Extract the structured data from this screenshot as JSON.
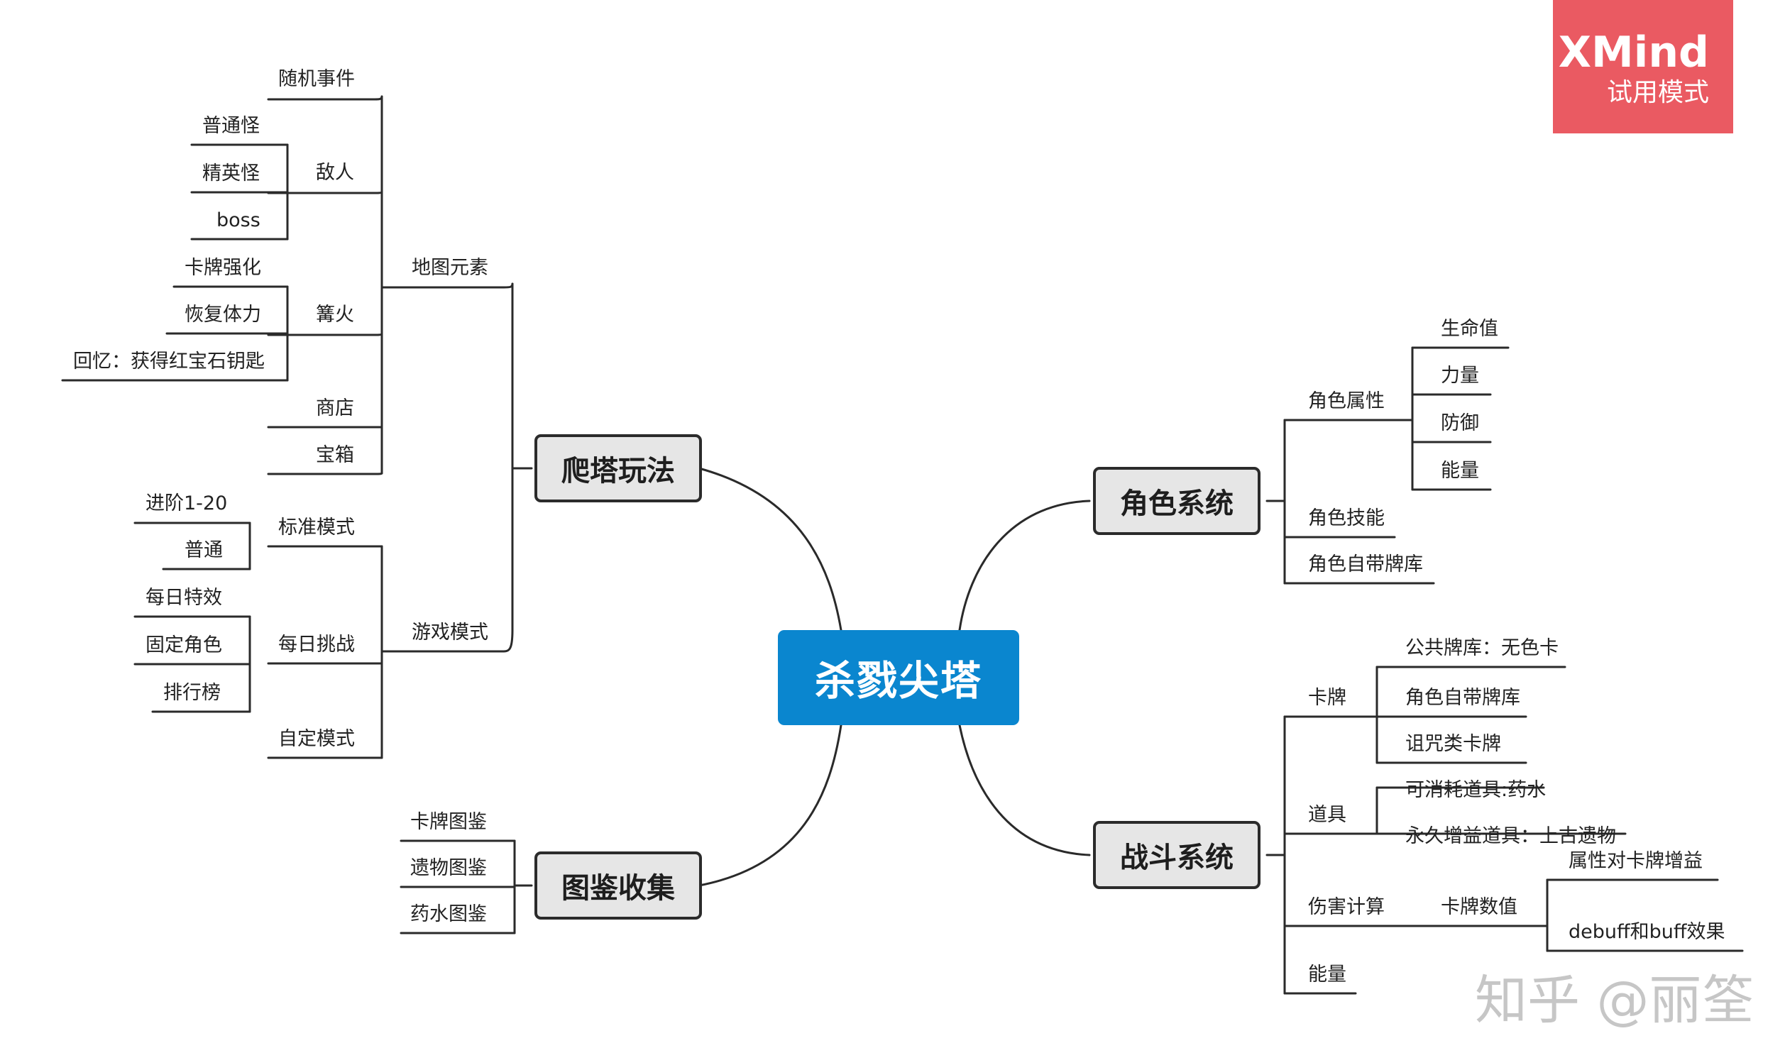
{
  "root": {
    "label": "杀戮尖塔"
  },
  "watermark": {
    "brand": "XMind",
    "mode": "试用模式"
  },
  "credit": "知乎 @丽筌",
  "branches": {
    "climb": {
      "label": "爬塔玩法",
      "map_elements": {
        "label": "地图元素",
        "random_event": "随机事件",
        "enemies": {
          "label": "敌人",
          "normal": "普通怪",
          "elite": "精英怪",
          "boss": "boss"
        },
        "campfire": {
          "label": "篝火",
          "upgrade": "卡牌强化",
          "heal": "恢复体力",
          "recall": "回忆：获得红宝石钥匙"
        },
        "shop": "商店",
        "chest": "宝箱"
      },
      "game_modes": {
        "label": "游戏模式",
        "standard": {
          "label": "标准模式",
          "ascension": "进阶1-20",
          "normal": "普通"
        },
        "daily": {
          "label": "每日挑战",
          "effects": "每日特效",
          "fixed_char": "固定角色",
          "leaderboard": "排行榜"
        },
        "custom": "自定模式"
      }
    },
    "collection": {
      "label": "图鉴收集",
      "cards": "卡牌图鉴",
      "relics": "遗物图鉴",
      "potions": "药水图鉴"
    },
    "character": {
      "label": "角色系统",
      "attributes": {
        "label": "角色属性",
        "hp": "生命值",
        "strength": "力量",
        "defense": "防御",
        "energy": "能量"
      },
      "skills": "角色技能",
      "deck": "角色自带牌库"
    },
    "combat": {
      "label": "战斗系统",
      "cards": {
        "label": "卡牌",
        "public": "公共牌库：无色卡",
        "own": "角色自带牌库",
        "curse": "诅咒类卡牌"
      },
      "items": {
        "label": "道具",
        "consumable": "可消耗道具:药水",
        "permanent": "永久增益道具：上古遗物"
      },
      "damage": {
        "label": "伤害计算",
        "card_values": {
          "label": "卡牌数值",
          "attr_bonus": "属性对卡牌增益",
          "buffs": "debuff和buff效果"
        }
      },
      "energy": "能量"
    }
  }
}
